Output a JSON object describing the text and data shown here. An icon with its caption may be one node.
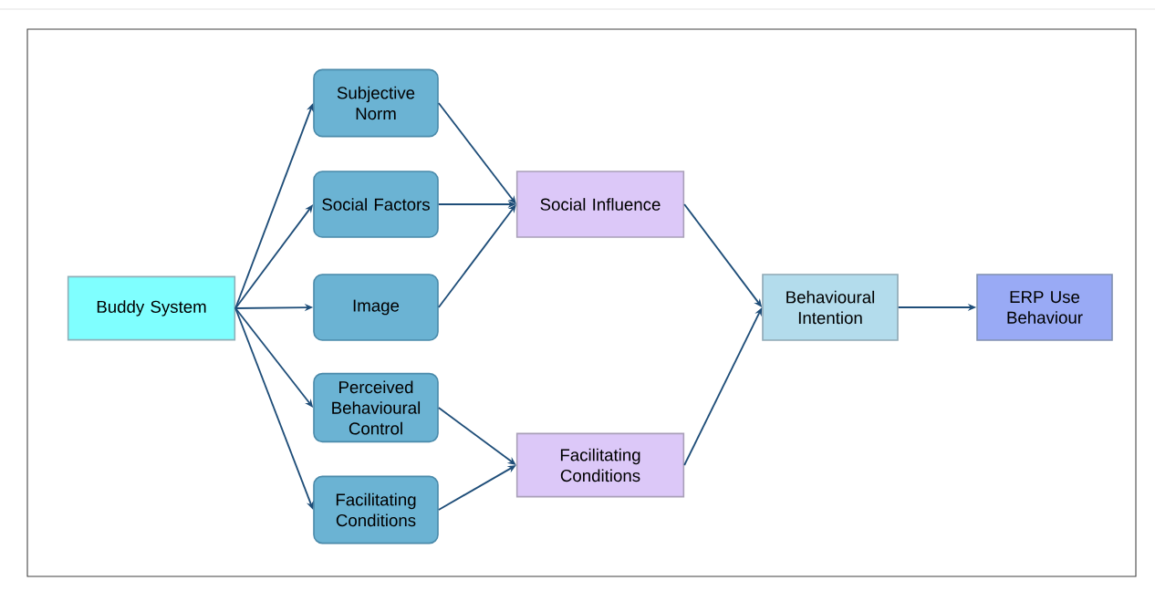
{
  "diagram": {
    "nodes": [
      {
        "text": [
          "Buddy System"
        ]
      },
      {
        "text": [
          "Subjective Norm"
        ]
      },
      {
        "text": [
          "Social Factors"
        ]
      },
      {
        "text": [
          "Image"
        ]
      },
      {
        "text": [
          "Perceived Behavioural Control"
        ]
      },
      {
        "text": [
          "Facilitating Conditions"
        ]
      },
      {
        "text": [
          "Social Influence"
        ]
      },
      {
        "text": [
          "Facilitating Conditions"
        ]
      },
      {
        "text": [
          "Behavioural Intention"
        ]
      },
      {
        "text": [
          "ERP Use Behaviour"
        ]
      }
    ],
    "edges": [
      {
        "from": 0,
        "to": 1,
        "arrow": "to"
      },
      {
        "from": 0,
        "to": 2,
        "arrow": "to"
      },
      {
        "from": 0,
        "to": 3,
        "arrow": "to"
      },
      {
        "from": 0,
        "to": 4,
        "arrow": "to"
      },
      {
        "from": 0,
        "to": 5,
        "arrow": "to"
      },
      {
        "from": 1,
        "to": 6,
        "arrow": "to"
      },
      {
        "from": 2,
        "to": 6,
        "arrow": "to"
      },
      {
        "from": 3,
        "to": 6,
        "arrow": "to"
      },
      {
        "from": 4,
        "to": 7,
        "arrow": "to"
      },
      {
        "from": 5,
        "to": 7,
        "arrow": "to"
      },
      {
        "from": 6,
        "to": 8,
        "arrow": "to"
      },
      {
        "from": 7,
        "to": 8,
        "arrow": "to"
      },
      {
        "from": 8,
        "to": 9,
        "arrow": "to"
      }
    ]
  }
}
